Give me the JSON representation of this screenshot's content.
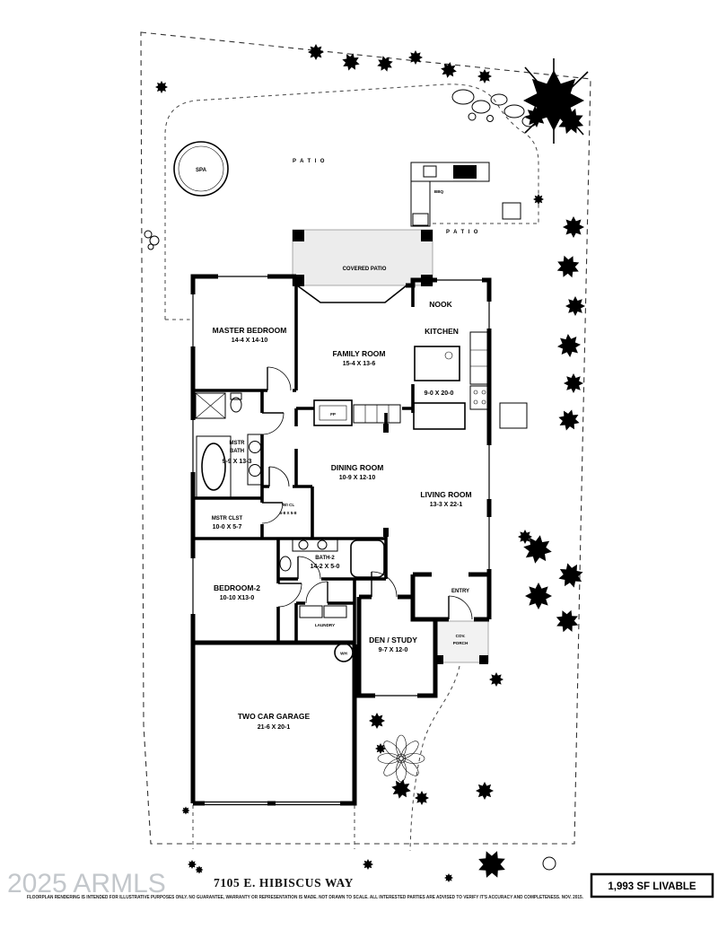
{
  "meta": {
    "address": "7105 E. HIBISCUS WAY",
    "sf_badge": "1,993 SF LIVABLE",
    "watermark": "2025 ARMLS",
    "disclaimer": "FLOORPLAN RENDERING IS INTENDED FOR ILLUSTRATIVE PURPOSES ONLY. NO GUARANTEE, WARRANTY OR REPRESENTATION IS MADE. NOT DRAWN TO SCALE. ALL INTERESTED PARTIES ARE ADVISED TO VERIFY IT'S ACCURACY AND COMPLETENESS. NOV. 2015."
  },
  "outdoor": {
    "spa": "SPA",
    "patio_top": "PATIO",
    "patio_right": "PATIO",
    "bbq": "BBQ",
    "covered_patio": "COVERED PATIO",
    "cov_porch_1": "COV.",
    "cov_porch_2": "PORCH"
  },
  "rooms": {
    "master_bedroom": {
      "name": "MASTER BEDROOM",
      "dims": "14-4 X 14-10"
    },
    "family_room": {
      "name": "FAMILY ROOM",
      "dims": "15-4 X 13-6"
    },
    "nook": {
      "name": "NOOK"
    },
    "kitchen": {
      "name": "KITCHEN",
      "dims": "9-0 X 20-0"
    },
    "mstr_bath": {
      "name_1": "MSTR",
      "name_2": "BATH",
      "dims": "9-9 X 13-3"
    },
    "dining_room": {
      "name": "DINING ROOM",
      "dims": "10-9 X 12-10"
    },
    "living_room": {
      "name": "LIVING ROOM",
      "dims": "13-3 X 22-1"
    },
    "mstr_clst": {
      "name": "MSTR CLST",
      "dims": "10-0 X 5-7"
    },
    "wi_cl": {
      "name": "W/I CL",
      "dims": "5-8 X 5-8"
    },
    "bath_2": {
      "name": "BATH-2",
      "dims": "14-2 X 5-0"
    },
    "bedroom_2": {
      "name": "BEDROOM-2",
      "dims": "10-10 X13-0"
    },
    "laundry": {
      "name": "LAUNDRY"
    },
    "entry": {
      "name": "ENTRY"
    },
    "den_study": {
      "name": "DEN / STUDY",
      "dims": "9-7 X 12-0"
    },
    "garage": {
      "name": "TWO CAR GARAGE",
      "dims": "21-6 X 20-1"
    },
    "fireplace": "FP",
    "water_heater": "WH"
  }
}
